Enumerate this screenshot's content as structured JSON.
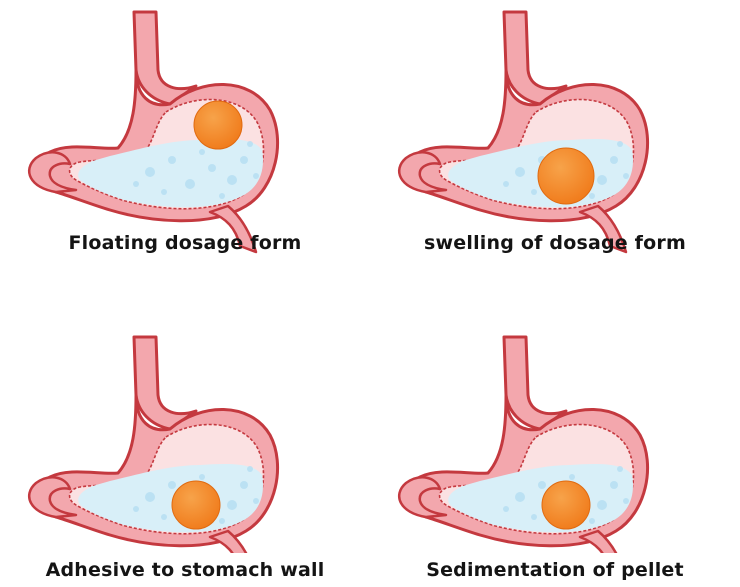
{
  "colors": {
    "wall_fill": "#f3a7ad",
    "wall_stroke": "#c4393f",
    "inner_fill": "#fbe1e2",
    "fluid_fill": "#d8eff8",
    "bubble_fill": "#b6def2",
    "pellet_outer": "#f07a1a",
    "pellet_inner": "#f7a34a",
    "caption_text": "#141414"
  },
  "panels": [
    {
      "id": "floating",
      "caption": "Floating dosage form",
      "pellet_position": "floating-top"
    },
    {
      "id": "swelling",
      "caption": "swelling of dosage form",
      "pellet_position": "bottom-left"
    },
    {
      "id": "adhesive",
      "caption": "Adhesive to stomach wall",
      "pellet_position": "bottom-wall"
    },
    {
      "id": "sedimentation",
      "caption": "Sedimentation of pellet",
      "pellet_position": "bottom-wall"
    }
  ]
}
